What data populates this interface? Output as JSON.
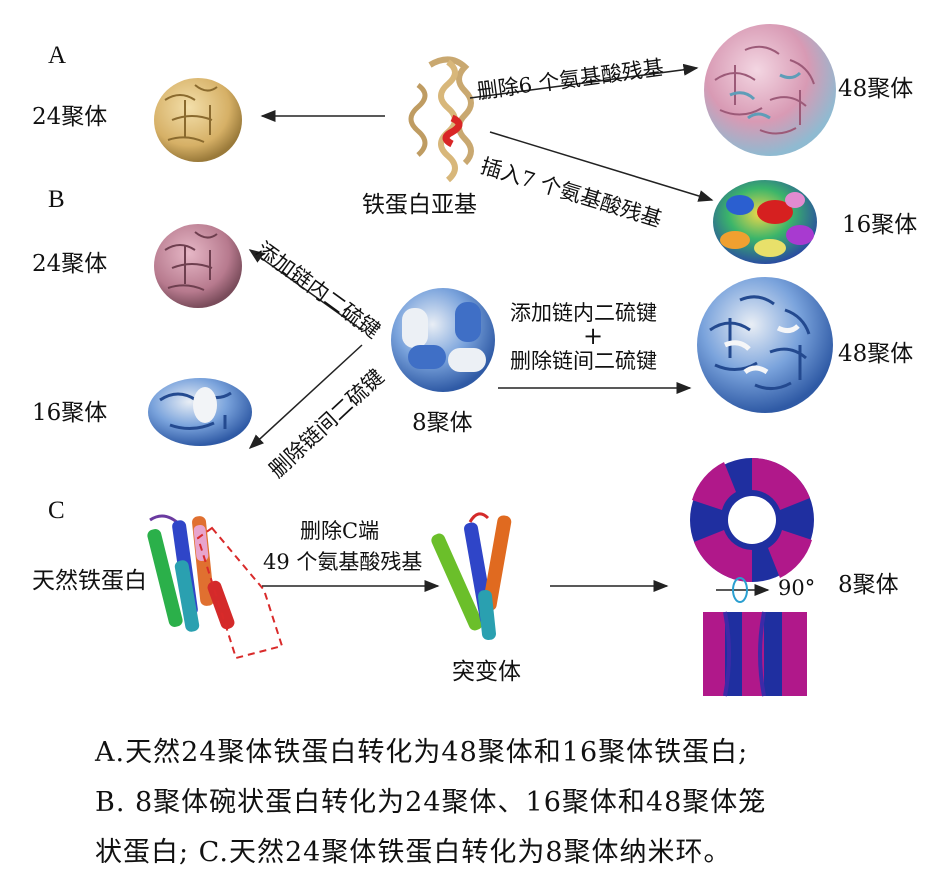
{
  "sections": {
    "a": "A",
    "b": "B",
    "c": "C"
  },
  "labels": {
    "a_left": "24聚体",
    "a_subunit": "铁蛋白亚基",
    "a_top_arrow": "删除6 个氨基酸残基",
    "a_bottom_arrow": "插入7 个氨基酸残基",
    "a_top_right": "48聚体",
    "a_bottom_right": "16聚体",
    "b_top_left": "24聚体",
    "b_bottom_left": "16聚体",
    "b_center": "8聚体",
    "b_up_arrow": "添加链内二硫键",
    "b_down_arrow": "删除链间二硫键",
    "b_right_line1": "添加链内二硫键",
    "b_right_plus": "+",
    "b_right_line2": "删除链间二硫键",
    "b_right": "48聚体",
    "c_native": "天然铁蛋白",
    "c_arrow_line1": "删除C端",
    "c_arrow_line2": "49 个氨基酸残基",
    "c_mutant": "突变体",
    "c_angle": "90°",
    "c_right": "8聚体"
  },
  "caption": {
    "line1": "A.天然24聚体铁蛋白转化为48聚体和16聚体铁蛋白;",
    "line2": "B. 8聚体碗状蛋白转化为24聚体、16聚体和48聚体笼",
    "line3": "状蛋白; C.天然24聚体铁蛋白转化为8聚体纳米环。"
  },
  "colors": {
    "tan": "#d8b56a",
    "pink": "#c98aa0",
    "blue": "#4a7fcf",
    "light_blue": "#a9d4e6",
    "magenta": "#b0188a",
    "navy": "#1f2fa0",
    "red": "#d42a2a"
  }
}
